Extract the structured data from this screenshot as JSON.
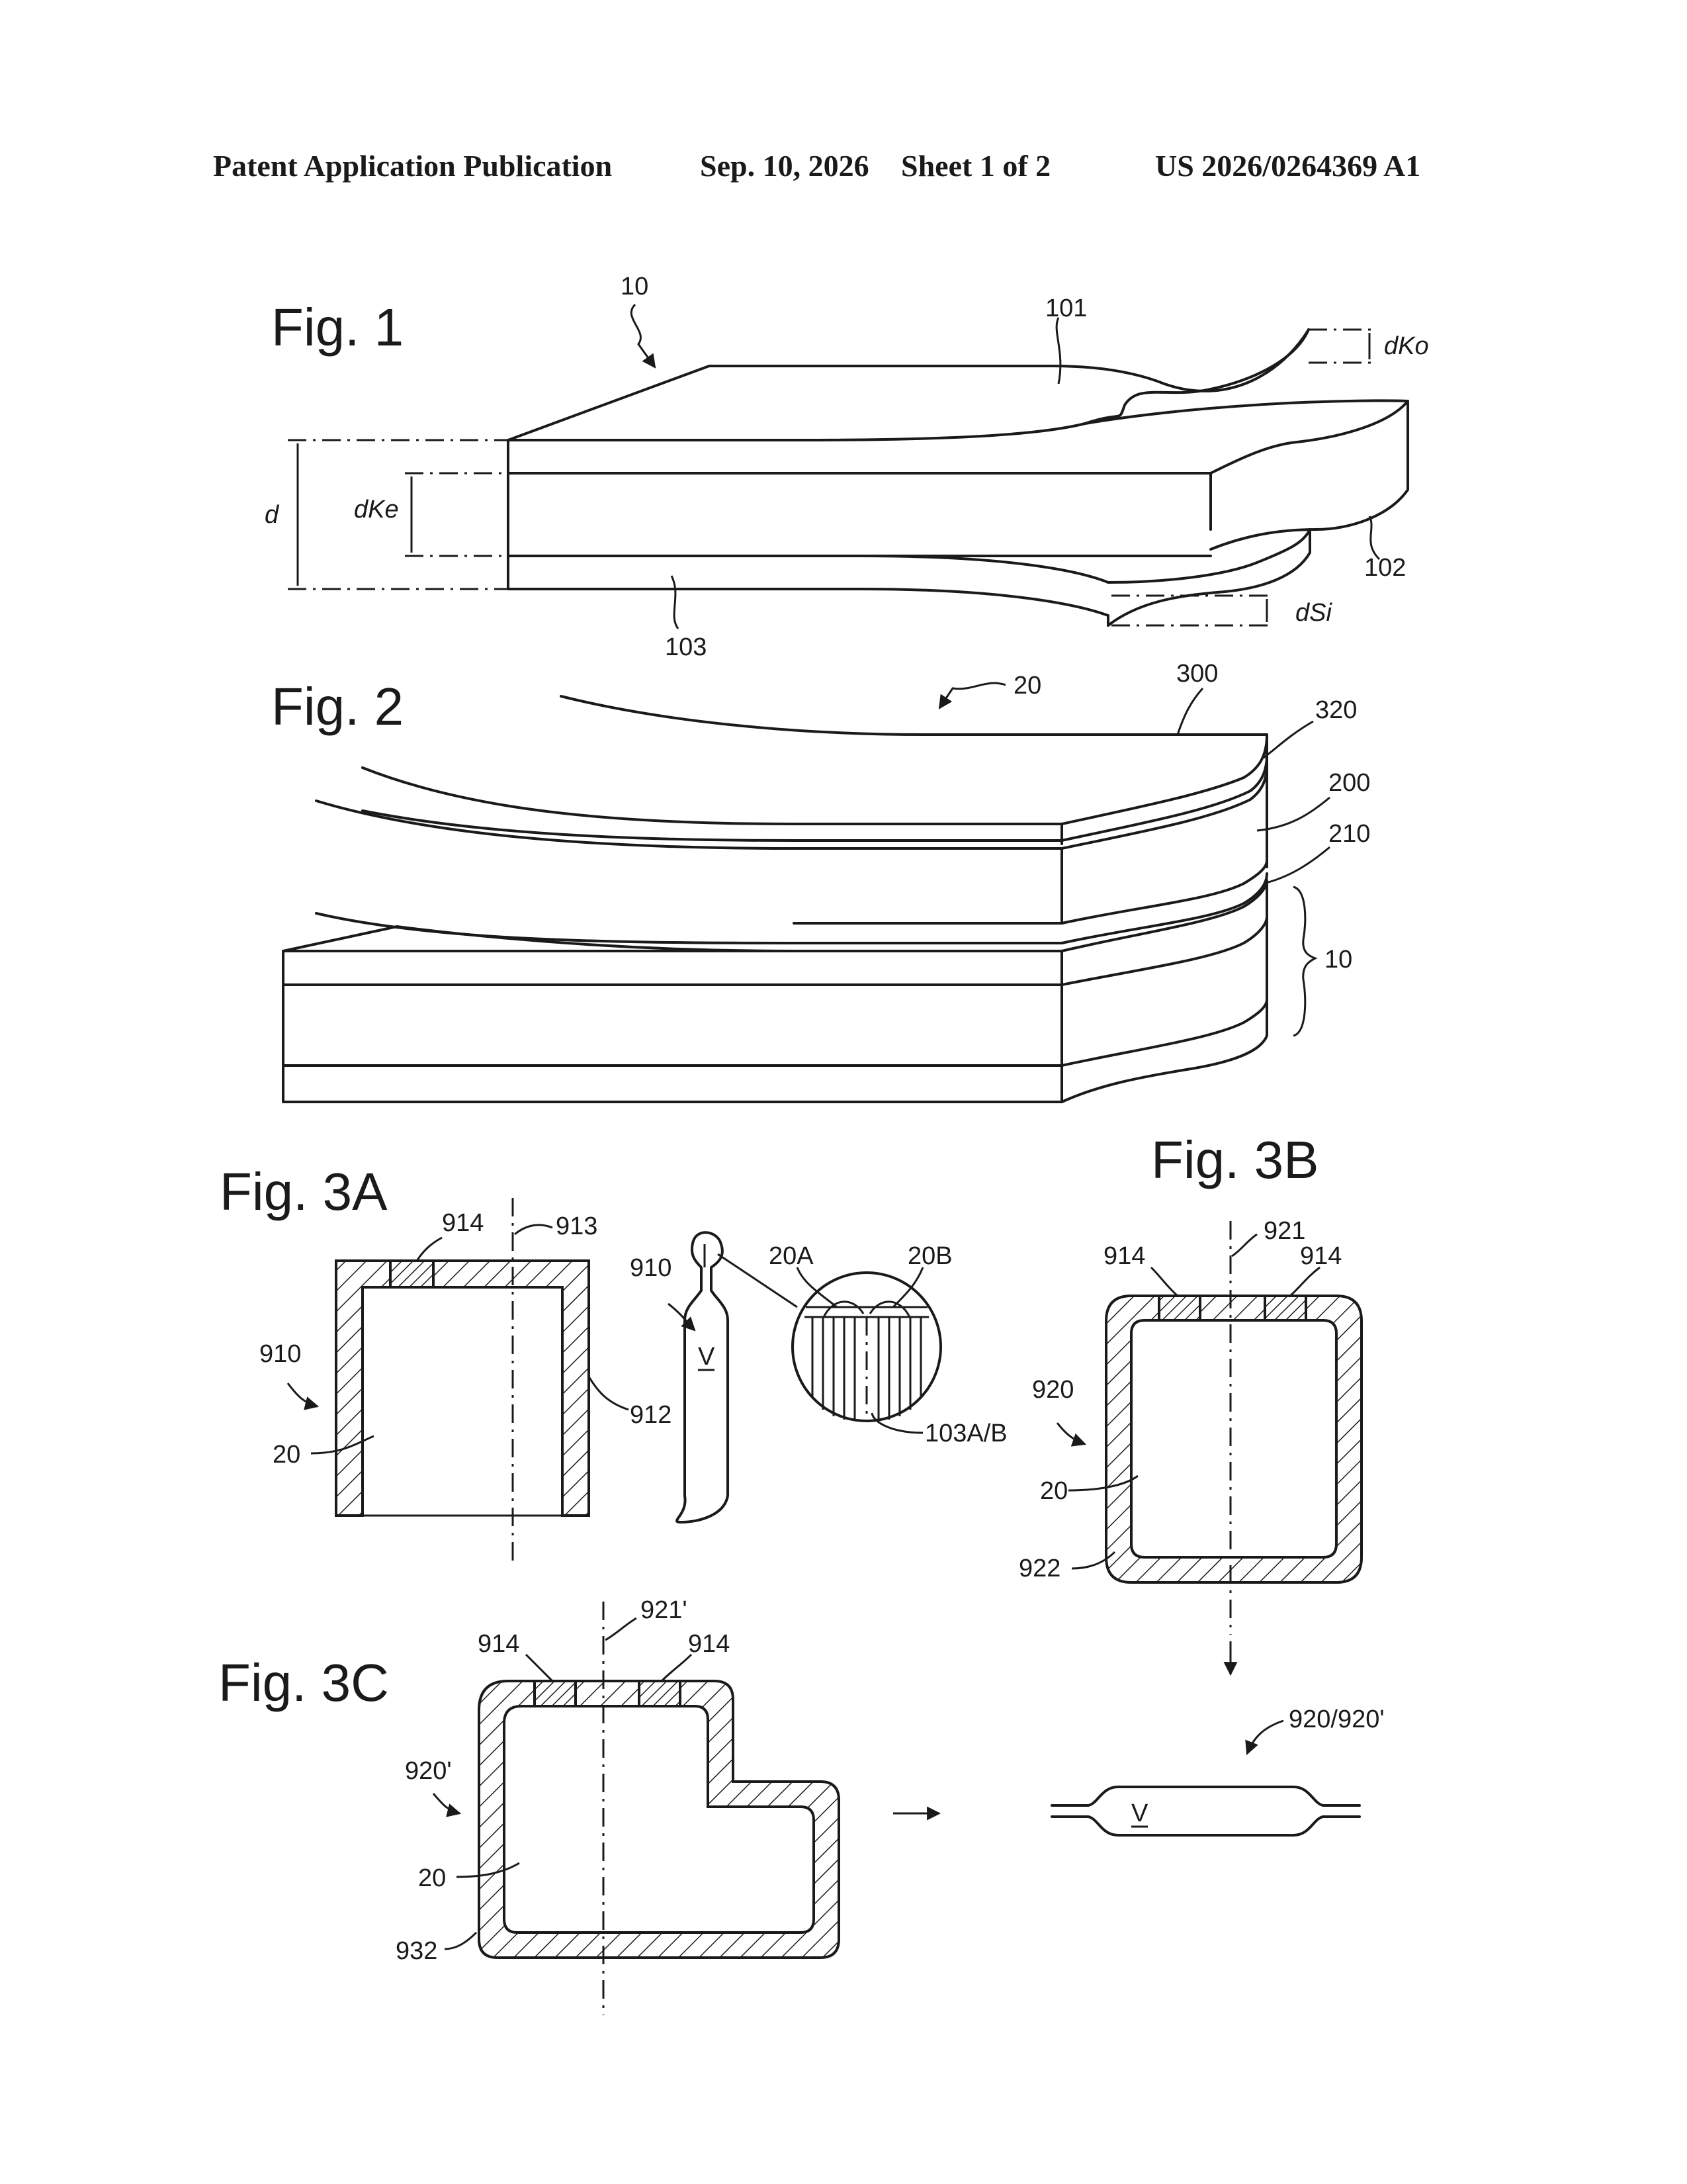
{
  "header": {
    "left": "Patent Application Publication",
    "date": "Sep. 10, 2026",
    "sheet": "Sheet 1 of 2",
    "number": "US 2026/0264369 A1"
  },
  "fig1": {
    "title": "Fig. 1",
    "ref_10": "10",
    "ref_101": "101",
    "ref_102": "102",
    "ref_103": "103",
    "dim_d": "d",
    "dim_dKe": "dKe",
    "dim_dKo": "dKo",
    "dim_dSi": "dSi"
  },
  "fig2": {
    "title": "Fig. 2",
    "ref_20": "20",
    "ref_300": "300",
    "ref_320": "320",
    "ref_200": "200",
    "ref_210": "210",
    "ref_10": "10"
  },
  "fig3a": {
    "title": "Fig. 3A",
    "ref_914": "914",
    "ref_913": "913",
    "ref_910_left": "910",
    "ref_912": "912",
    "ref_20": "20",
    "ref_910_mid": "910",
    "ref_V": "V",
    "ref_20A": "20A",
    "ref_20B": "20B",
    "ref_103AB": "103A/B"
  },
  "fig3b": {
    "title": "Fig. 3B",
    "ref_921": "921",
    "ref_914_left": "914",
    "ref_914_right": "914",
    "ref_920": "920",
    "ref_20": "20",
    "ref_922": "922",
    "ref_920_920p": "920/920'",
    "ref_V": "V"
  },
  "fig3c": {
    "title": "Fig. 3C",
    "ref_921p": "921'",
    "ref_914_left": "914",
    "ref_914_right": "914",
    "ref_920p": "920'",
    "ref_20": "20",
    "ref_932": "932"
  }
}
